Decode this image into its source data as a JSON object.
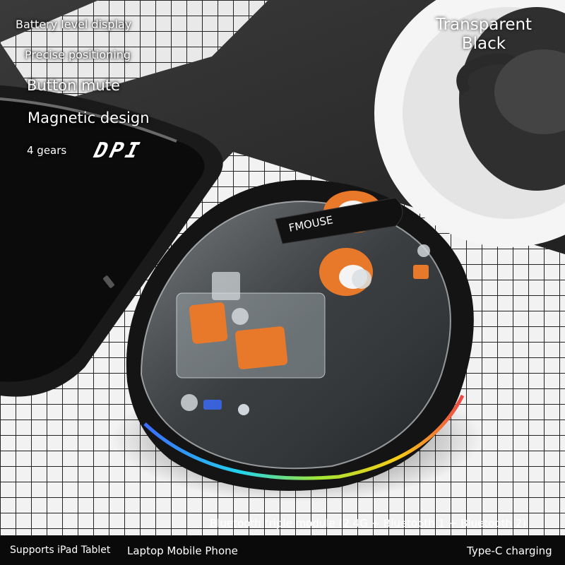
{
  "features": {
    "battery": "Battery level display",
    "positioning": "Precise positioning",
    "mute": "Button mute",
    "magnetic": "Magnetic design",
    "gears": "4 gears",
    "dpi": "DPI"
  },
  "variant": {
    "line1": "Transparent",
    "line2": "Black"
  },
  "brand_logo_text": "FMOUSE",
  "module_text": "Bluetooth triple module (2.4G + Bluetooth 1 + Bluetooth 2)",
  "bottom": {
    "ipad": "Supports iPad Tablet",
    "devices": "Laptop Mobile Phone",
    "charging": "Type-C charging"
  },
  "colors": {
    "accent_orange": "#e8792a",
    "body_black": "#141414",
    "text": "#ffffff"
  }
}
